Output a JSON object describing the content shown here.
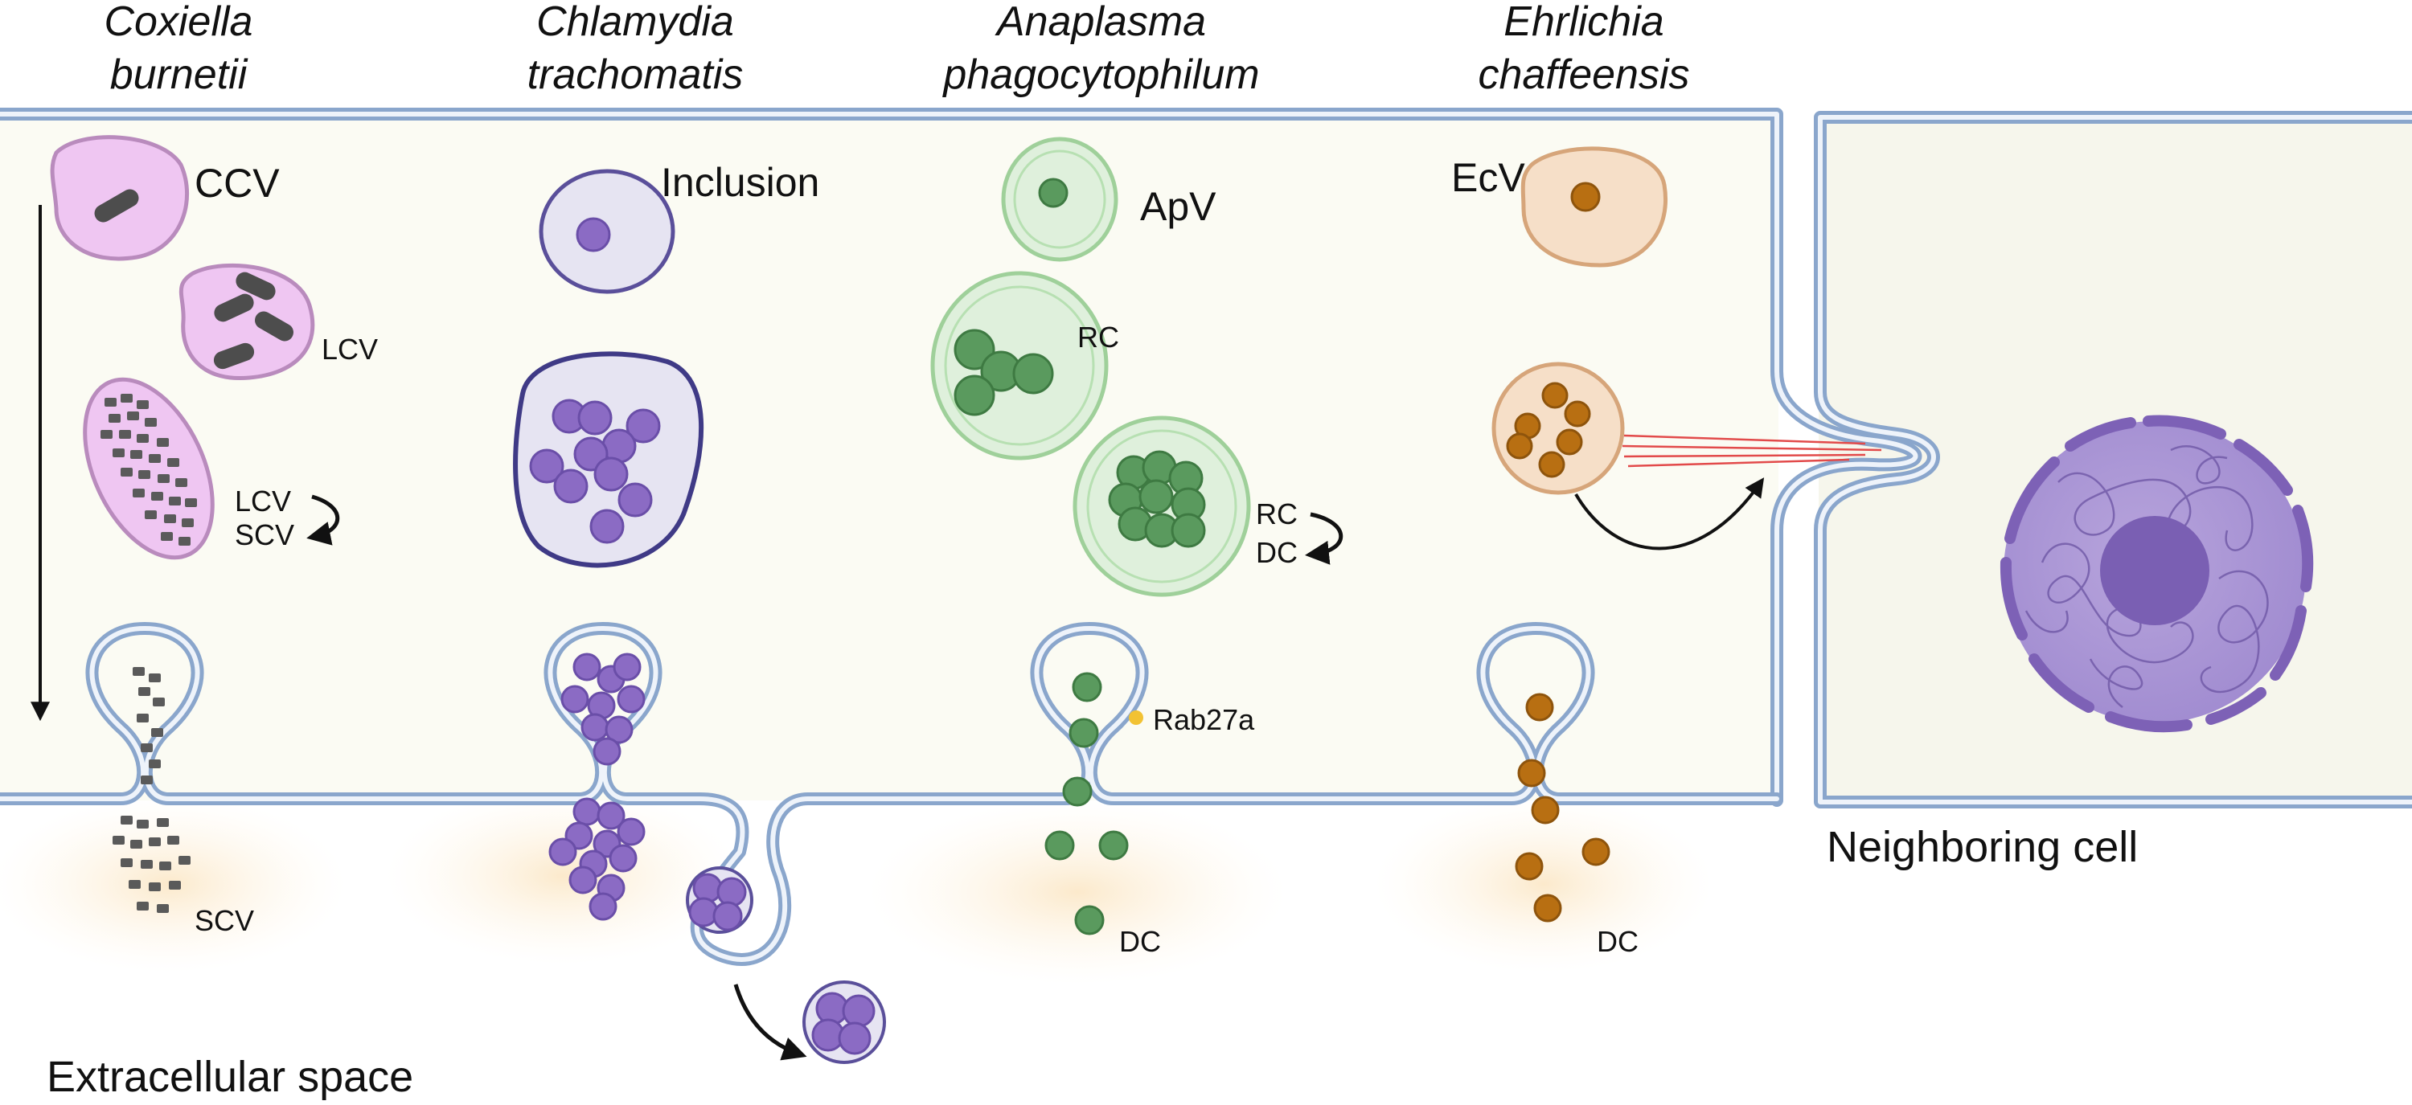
{
  "species": [
    {
      "line1": "Coxiella",
      "line2": "burnetii"
    },
    {
      "line1": "Chlamydia",
      "line2": "trachomatis"
    },
    {
      "line1": "Anaplasma",
      "line2": "phagocytophilum"
    },
    {
      "line1": "Ehrlichia",
      "line2": "chaffeensis"
    }
  ],
  "labels": {
    "ccv": "CCV",
    "lcv": "LCV",
    "lcv_cycle_top": "LCV",
    "lcv_cycle_bottom": "SCV",
    "coxiella_released": "SCV",
    "inclusion": "Inclusion",
    "apv": "ApV",
    "rc": "RC",
    "rc_cycle_top": "RC",
    "rc_cycle_bottom": "DC",
    "rab27a": "Rab27a",
    "anaplasma_released": "DC",
    "ecv": "EcV",
    "ehrlichia_released": "DC",
    "neighboring_cell": "Neighboring cell",
    "extracellular_space": "Extracellular space"
  },
  "colors": {
    "membrane": "#8aa6cc",
    "cytoplasm": "#fbfbf3",
    "coxiella_vacuole": "#e6b5ea",
    "coxiella_bacteria": "#4d4d4d",
    "chlamydia": "#8b6bc4",
    "anaplasma": "#5a9a5e",
    "ehrlichia": "#b86f12",
    "rab27a": "#f2c233",
    "nucleus": "#8c72c0",
    "actin_tail": "#e24a4a"
  }
}
